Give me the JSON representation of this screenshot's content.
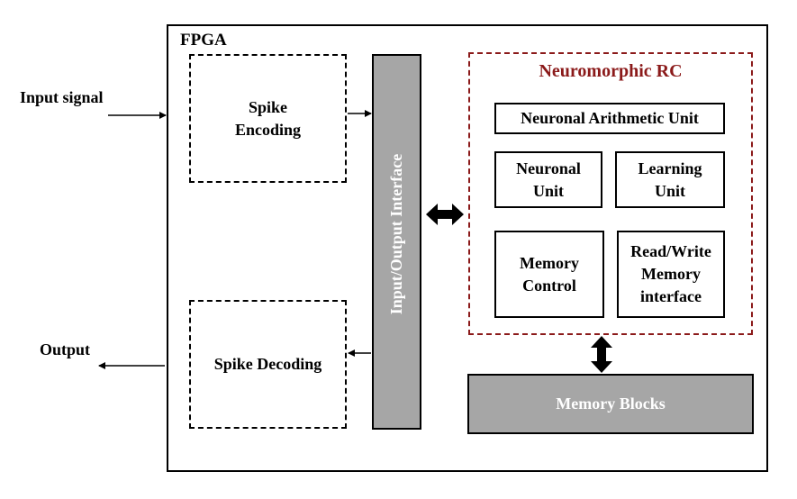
{
  "input_label": "Input signal",
  "output_label": "Output",
  "fpga_label": "FPGA",
  "spike_encoding": "Spike\nEncoding",
  "spike_decoding": "Spike Decoding",
  "io_interface": "Input/Output Interface",
  "neuromorphic_title": "Neuromorphic RC",
  "neuronal_arithmetic_unit": "Neuronal Arithmetic Unit",
  "neuronal_unit": "Neuronal\nUnit",
  "learning_unit": "Learning\nUnit",
  "memory_control": "Memory\nControl",
  "rw_memory_interface": "Read/Write\nMemory\ninterface",
  "memory_blocks": "Memory Blocks",
  "colors": {
    "neuromorphic_title": "#8b1a1a",
    "grey_block": "#a6a6a6"
  }
}
